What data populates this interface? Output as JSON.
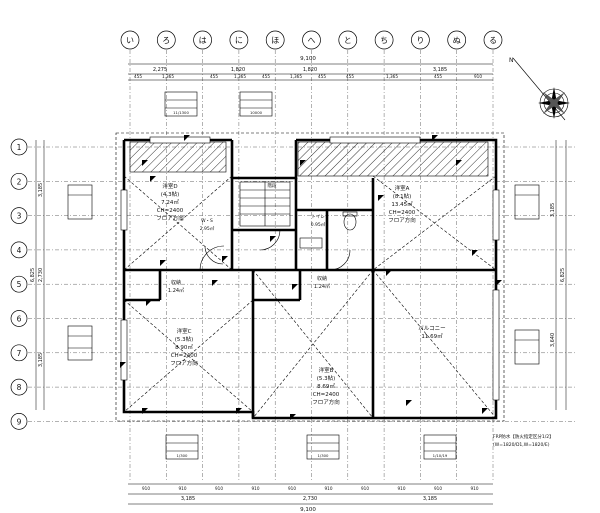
{
  "top_axis": [
    "い",
    "ろ",
    "は",
    "に",
    "ほ",
    "へ",
    "と",
    "ち",
    "り",
    "ぬ",
    "る"
  ],
  "left_axis": [
    "1",
    "2",
    "3",
    "4",
    "5",
    "6",
    "7",
    "8",
    "9"
  ],
  "dims_top_outer": [
    "2,275",
    "1,820",
    "1,820",
    "3,185"
  ],
  "dims_top_total": "9,100",
  "dims_top_inner": [
    "455",
    "1,365",
    "455",
    "1,365",
    "455",
    "1,365",
    "455",
    "455",
    "1,365",
    "455",
    "910"
  ],
  "dims_bottom_inner": [
    "910",
    "910",
    "910",
    "910",
    "910",
    "910",
    "910",
    "910",
    "910",
    "910"
  ],
  "dims_bottom_outer": [
    "3,185",
    "2,730",
    "3,185"
  ],
  "dims_bottom_total": "9,100",
  "left_dims": [
    "3,185",
    "2,730",
    "3,185"
  ],
  "left_total": "6,825",
  "right_dims": [
    "3,185",
    "3,640"
  ],
  "right_total": "6,825",
  "rooms": [
    {
      "name": "洋室D",
      "l1": "(4.3帖)",
      "l2": "7.24㎡",
      "l3": "CH=2400",
      "l4": "フロア方向"
    },
    {
      "name": "洋室A",
      "l1": "(8.1帖)",
      "l2": "13.45㎡",
      "l3": "CH=2400",
      "l4": "フロア方向"
    },
    {
      "name": "洋室C",
      "l1": "(5.3帖)",
      "l2": "8.90㎡",
      "l3": "CH=2400",
      "l4": "フロア方向"
    },
    {
      "name": "洋室B",
      "l1": "(5.3帖)",
      "l2": "8.69㎡",
      "l3": "CH=2400",
      "l4": "フロア方向"
    }
  ],
  "balcony": {
    "name": "バルコニー",
    "area": "11.69㎡"
  },
  "storage1": {
    "name": "収納",
    "area": "1.24㎡"
  },
  "storage2": {
    "name": "収納",
    "area": "1.24㎡"
  },
  "hall_label": "階段",
  "wc_label": "トイレ",
  "ws_label": "W・S",
  "ws_area": "2.95㎡",
  "wc_area": "0.95㎡",
  "note_line1": "FRP防水【防火指定区分1/2】",
  "note_line2": "(W=1820/D1,W=1820/E)",
  "tags": [
    "11/1300",
    "10000",
    "1/300",
    "1/300",
    "1/10/19"
  ]
}
